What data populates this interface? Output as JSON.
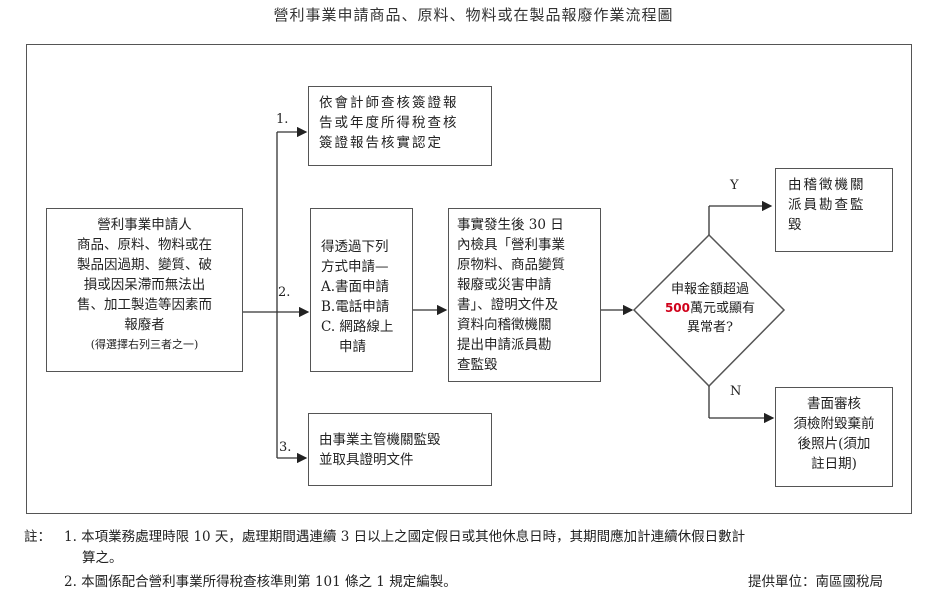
{
  "title": "營利事業申請商品、原料、物料或在製品報廢作業流程圖",
  "applicant": {
    "lines": [
      "營利事業申請人",
      "商品、原料、物料或在",
      "製品因過期、變質、破",
      "損或因呆滯而無法出",
      "售、加工製造等因素而",
      "報廢者"
    ],
    "note": "(得選擇右列三者之一)"
  },
  "branches": {
    "b1": "1.",
    "b2": "2.",
    "b3": "3."
  },
  "option1": {
    "lines": [
      "依會計師查核簽證報",
      "告或年度所得稅查核",
      "簽證報告核實認定"
    ]
  },
  "option2": {
    "lines": [
      "得透過下列",
      "方式申請—",
      "A.書面申請",
      "B.電話申請",
      "C. 網路線上",
      "申請"
    ]
  },
  "option3": {
    "lines": [
      "由事業主管機關監毀",
      "並取具證明文件"
    ]
  },
  "report": {
    "lines": [
      "事實發生後 30 日",
      "內檢具「營利事業",
      "原物料、商品變質",
      "報廢或災害申請",
      "書」、證明文件及",
      "資料向稽徵機關",
      "提出申請派員勘",
      "查監毀"
    ]
  },
  "decision": {
    "line1": "申報金額超過",
    "amount": "500",
    "line2": "萬元或顯有",
    "line3": "異常者?"
  },
  "yes_label": "Y",
  "no_label": "N",
  "yes_box": {
    "lines": [
      "由稽徵機關",
      "派員勘查監",
      "毀"
    ]
  },
  "no_box": {
    "lines": [
      "書面審核",
      "須檢附毀棄前",
      "後照片(須加",
      "註日期)"
    ]
  },
  "notes": {
    "prefix": "註：",
    "n1a": "1. 本項業務處理時限 10 天，處理期間遇連續 3 日以上之國定假日或其他休息日時，其期間應加計連續休假日數計",
    "n1b": "算之。",
    "n2": "2. 本圖係配合營利事業所得稅查核準則第 101 條之 1 規定編製。",
    "provider": "提供單位：南區國稅局"
  }
}
